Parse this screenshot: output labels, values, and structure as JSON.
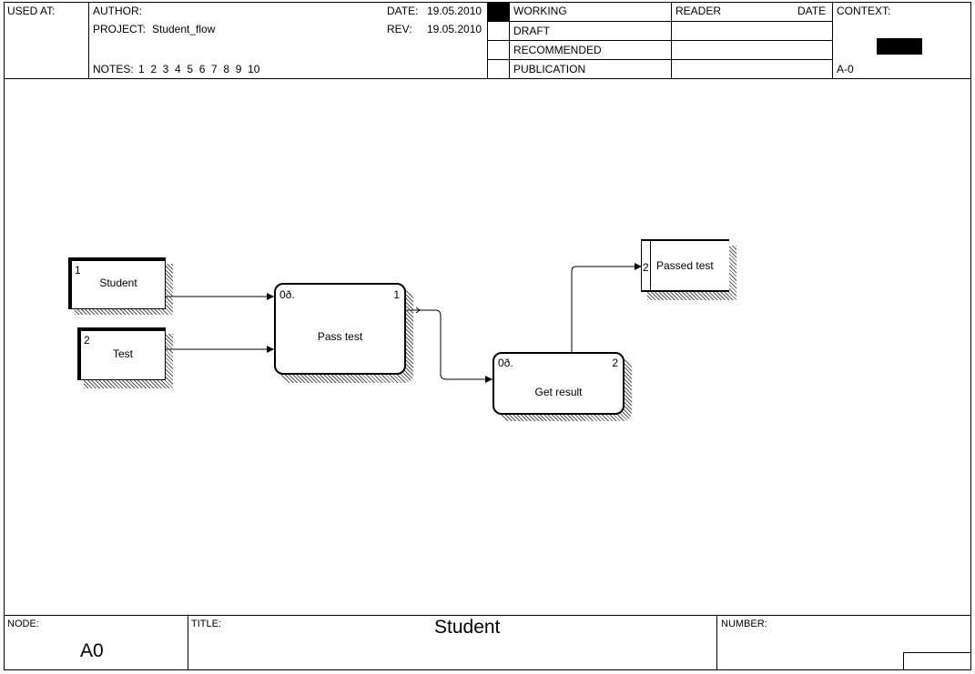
{
  "header": {
    "used_at": "USED AT:",
    "author": "AUTHOR:",
    "project_label": "PROJECT:",
    "project_value": "Student_flow",
    "notes_label": "NOTES:",
    "notes_values": "1  2  3  4  5  6  7  8  9  10",
    "date_label": "DATE:",
    "date_value": "19.05.2010",
    "rev_label": "REV:",
    "rev_value": "19.05.2010",
    "status": [
      "WORKING",
      "DRAFT",
      "RECOMMENDED",
      "PUBLICATION"
    ],
    "reader": "READER",
    "reader_date": "DATE",
    "context": "CONTEXT:",
    "context_node": "A-0"
  },
  "diagram": {
    "entities": [
      {
        "num": "1",
        "name": "Student"
      },
      {
        "num": "2",
        "name": "Test"
      }
    ],
    "processes": [
      {
        "id": "0ð.",
        "num": "1",
        "name": "Pass test"
      },
      {
        "id": "0ð.",
        "num": "2",
        "name": "Get result"
      }
    ],
    "store": {
      "num": "2",
      "name": "Passed test"
    }
  },
  "footer": {
    "node_label": "NODE:",
    "node_value": "A0",
    "title_label": "TITLE:",
    "title_value": "Student",
    "number_label": "NUMBER:"
  },
  "colors": {
    "line": "#000000",
    "background": "#ffffff",
    "status_marker": "#000000"
  }
}
